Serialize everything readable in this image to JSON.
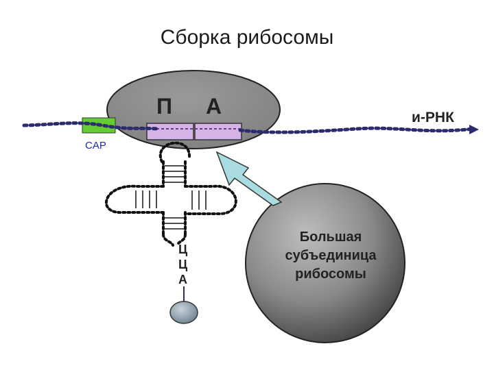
{
  "title": "Сборка  рибосомы",
  "small_subunit": {
    "site_p": "П",
    "site_a": "А"
  },
  "mrna": {
    "label": "и-РНК",
    "cap": "CAP"
  },
  "large_subunit": {
    "line1": "Большая",
    "line2": "субъединица",
    "line3": "рибосомы"
  },
  "trna": {
    "anticodon": [
      "Ц",
      "Ц",
      "А"
    ],
    "anticodon_colors": [
      "#1b2a9c",
      "#1b2a9c",
      "#cc2200"
    ]
  },
  "colors": {
    "subunit_fill": "#8c8c8c",
    "mrna_dots": "#2b2b6e",
    "cap_fill": "#66cc33",
    "codon_fill": "#d6b3e6",
    "arrow_fill": "#a8dce0"
  }
}
